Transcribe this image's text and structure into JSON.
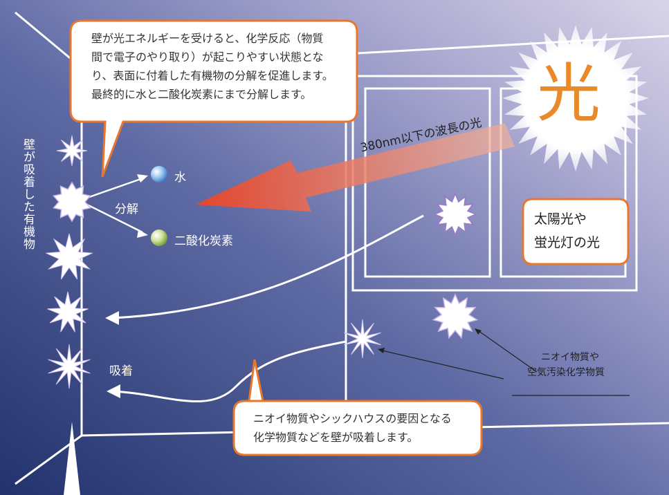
{
  "callouts": {
    "reaction": {
      "lines": [
        "壁が光エネルギーを受けると、化学反応（物質",
        "間で電子のやり取り）が起こりやすい状態とな",
        "り、表面に付着した有機物の分解を促進します。",
        "最終的に水と二酸化炭素にまで分解します。"
      ]
    },
    "light_source": {
      "lines": [
        "太陽光や",
        "蛍光灯の光"
      ]
    },
    "adsorption": {
      "lines": [
        "ニオイ物質やシックハウスの要因となる",
        "化学物質などを壁が吸着します。"
      ]
    }
  },
  "labels": {
    "light_big": "光",
    "beam": "380nm以下の波長の光",
    "decompose": "分解",
    "water": "水",
    "co2": "二酸化炭素",
    "adsorb": "吸着",
    "wall_organic": "壁が吸着した有機物",
    "odor_line1": "ニオイ物質や",
    "odor_line2": "空気汚染化学物質"
  },
  "colors": {
    "callout_border": "#e8772e",
    "arrow": "#e2563a",
    "light_text": "#e8892a",
    "bg_top_right": "#c7c2dd",
    "bg_bottom_left": "#24346f"
  }
}
